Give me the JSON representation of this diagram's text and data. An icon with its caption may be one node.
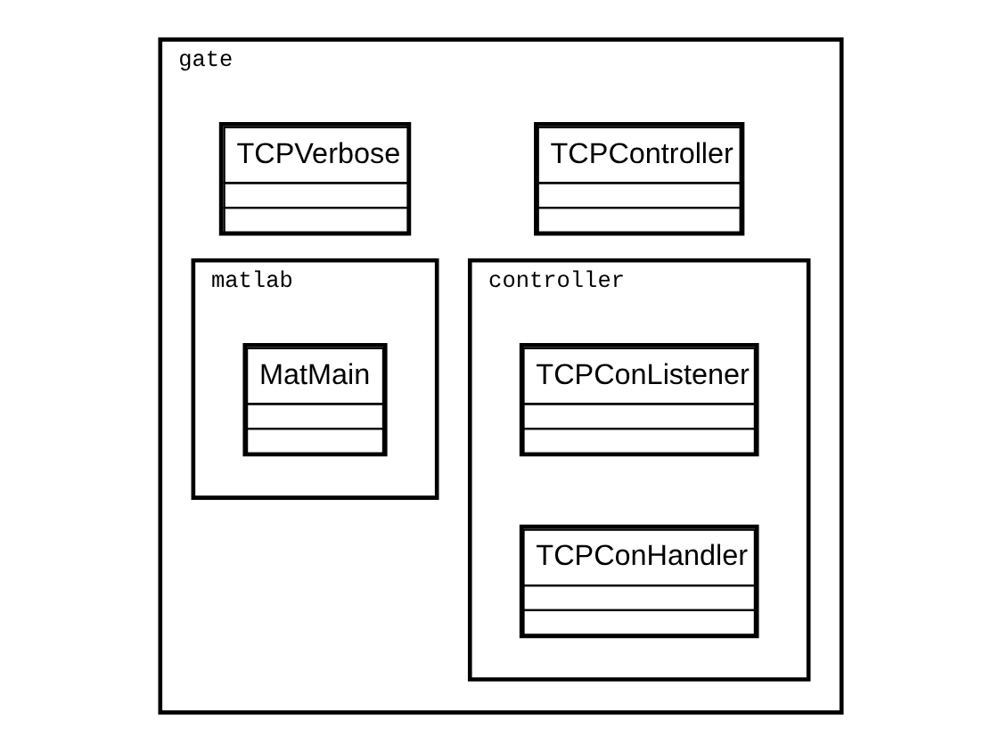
{
  "diagram": {
    "nodes": [
      {
        "text": [
          "gate"
        ]
      },
      {
        "text": [
          "TCPController"
        ],
        "in": 0
      },
      {
        "text": [
          "TCPVerbose"
        ],
        "in": 0
      },
      {
        "text": [
          "controller"
        ],
        "in": 0
      },
      {
        "text": [
          "TCPConListener"
        ],
        "in": 3
      },
      {
        "text": [
          "TCPConHandler"
        ],
        "in": 3
      },
      {
        "text": [
          "matlab"
        ],
        "in": 0
      },
      {
        "text": [
          "MatMain"
        ],
        "in": 6
      }
    ]
  }
}
